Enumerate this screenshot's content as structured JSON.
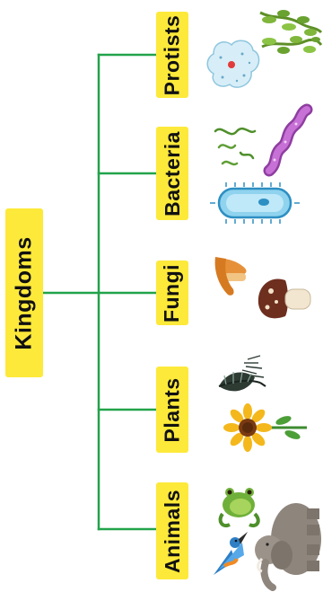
{
  "diagram": {
    "root": {
      "label": "Kingdoms"
    },
    "branches": [
      {
        "id": "protists",
        "label": "Protists",
        "icons": [
          "seaweed-icon",
          "amoeba-icon"
        ]
      },
      {
        "id": "bacteria",
        "label": "Bacteria",
        "icons": [
          "worm-bacteria-icon",
          "spiral-bacteria-icon",
          "bacillus-icon"
        ]
      },
      {
        "id": "fungi",
        "label": "Fungi",
        "icons": [
          "mushroom-orange-icon",
          "mushroom-brown-icon"
        ]
      },
      {
        "id": "plants",
        "label": "Plants",
        "icons": [
          "palm-leaf-icon",
          "sunflower-icon"
        ]
      },
      {
        "id": "animals",
        "label": "Animals",
        "icons": [
          "frog-icon",
          "kingfisher-bird-icon",
          "elephant-icon"
        ]
      }
    ]
  },
  "colors": {
    "label_bg": "#fde93a",
    "connector": "#22a34a"
  }
}
